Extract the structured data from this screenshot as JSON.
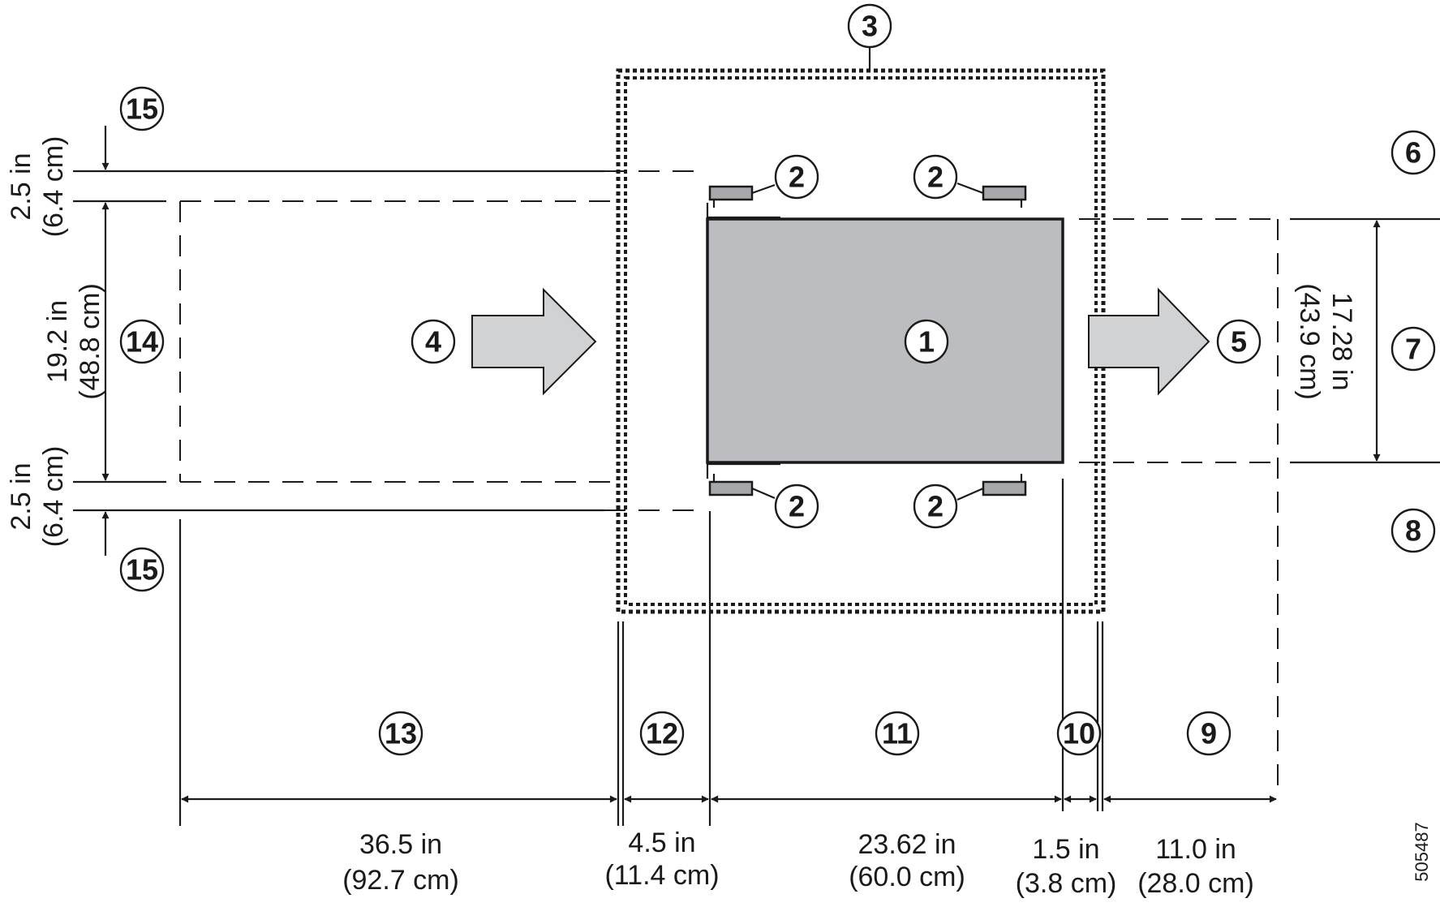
{
  "callouts": [
    "1",
    "2",
    "3",
    "4",
    "5",
    "6",
    "7",
    "8",
    "9",
    "10",
    "11",
    "12",
    "13",
    "14",
    "15"
  ],
  "dimensions": {
    "left_top_gap": [
      "2.5 in",
      "(6.4 cm)"
    ],
    "left_middle": [
      "19.2 in",
      "(48.8 cm)"
    ],
    "left_bottom_gap": [
      "2.5 in",
      "(6.4 cm)"
    ],
    "right_width": [
      "17.28 in",
      "(43.9 cm)"
    ],
    "bottom_13": [
      "36.5 in",
      "(92.7 cm)"
    ],
    "bottom_12": [
      "4.5 in",
      "(11.4 cm)"
    ],
    "bottom_11": [
      "23.62 in",
      "(60.0 cm)"
    ],
    "bottom_10": [
      "1.5 in",
      "(3.8 cm)"
    ],
    "bottom_9": [
      "11.0 in",
      "(28.0 cm)"
    ]
  },
  "figure_id": "505487"
}
